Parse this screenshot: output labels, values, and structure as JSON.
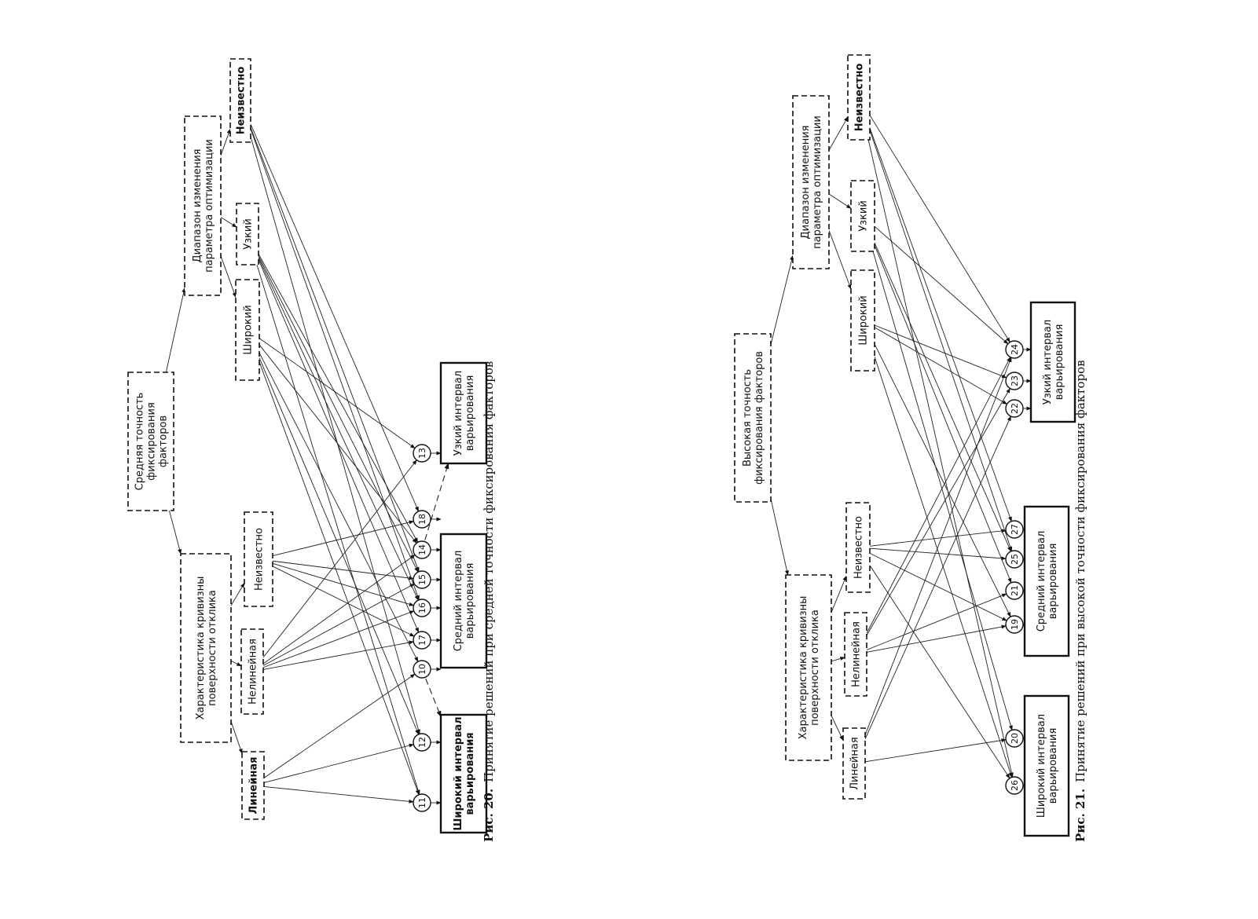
{
  "figures": [
    {
      "caption_num": "Рис. 20.",
      "caption_text": "Принятие решений при средней точности фиксирования факторов",
      "nodes": [
        {
          "id": "root",
          "lines": [
            "Средняя точность",
            "фиксирования",
            "факторов"
          ],
          "style": "dashed"
        },
        {
          "id": "curv",
          "lines": [
            "Характеристика кривизны",
            "поверхности отклика"
          ],
          "style": "dashed"
        },
        {
          "id": "range",
          "lines": [
            "Диапазон изменения",
            "параметра оптимизации"
          ],
          "style": "dashed"
        },
        {
          "id": "lin",
          "lines": [
            "Линейная"
          ],
          "style": "dashed",
          "bold": true
        },
        {
          "id": "nonlin",
          "lines": [
            "Нелинейная"
          ],
          "style": "dashed"
        },
        {
          "id": "unk1",
          "lines": [
            "Неизвестно"
          ],
          "style": "dashed"
        },
        {
          "id": "wide",
          "lines": [
            "Широкий"
          ],
          "style": "dashed"
        },
        {
          "id": "narrow",
          "lines": [
            "Узкий"
          ],
          "style": "dashed"
        },
        {
          "id": "unk2",
          "lines": [
            "Неизвестно"
          ],
          "style": "dashed",
          "bold": true
        },
        {
          "id": "outW",
          "lines": [
            "Широкий интервал",
            "варьирования"
          ],
          "style": "solid",
          "bold": true
        },
        {
          "id": "outM",
          "lines": [
            "Средний интервал",
            "варьирования"
          ],
          "style": "solid"
        },
        {
          "id": "outN",
          "lines": [
            "Узкий интервал",
            "варьирования"
          ],
          "style": "solid"
        }
      ],
      "circles": [
        "11",
        "12",
        "10",
        "17",
        "16",
        "15",
        "14",
        "18",
        "13"
      ]
    },
    {
      "caption_num": "Рис. 21.",
      "caption_text": "Принятие решений при высокой точности фиксирования факторов",
      "nodes": [
        {
          "id": "root",
          "lines": [
            "Высокая точность",
            "фиксирования факторов"
          ],
          "style": "dashed"
        },
        {
          "id": "curv",
          "lines": [
            "Характеристика кривизны",
            "поверхности отклика"
          ],
          "style": "dashed"
        },
        {
          "id": "range",
          "lines": [
            "Диапазон изменения",
            "параметра оптимизации"
          ],
          "style": "dashed"
        },
        {
          "id": "lin",
          "lines": [
            "Линейная"
          ],
          "style": "dashed"
        },
        {
          "id": "nonlin",
          "lines": [
            "Нелинейная"
          ],
          "style": "dashed"
        },
        {
          "id": "unk1",
          "lines": [
            "Неизвестно"
          ],
          "style": "dashed"
        },
        {
          "id": "wide",
          "lines": [
            "Широкий"
          ],
          "style": "dashed"
        },
        {
          "id": "narrow",
          "lines": [
            "Узкий"
          ],
          "style": "dashed"
        },
        {
          "id": "unk2",
          "lines": [
            "Неизвестно"
          ],
          "style": "dashed",
          "bold": true
        },
        {
          "id": "outW",
          "lines": [
            "Широкий интервал",
            "варьирования"
          ],
          "style": "solid"
        },
        {
          "id": "outM",
          "lines": [
            "Средний интервал",
            "варьирования"
          ],
          "style": "solid"
        },
        {
          "id": "outN",
          "lines": [
            "Узкий интервал",
            "варьирования"
          ],
          "style": "solid"
        }
      ],
      "circles": [
        "26",
        "20",
        "19",
        "21",
        "25",
        "27",
        "22",
        "23",
        "24"
      ]
    }
  ]
}
